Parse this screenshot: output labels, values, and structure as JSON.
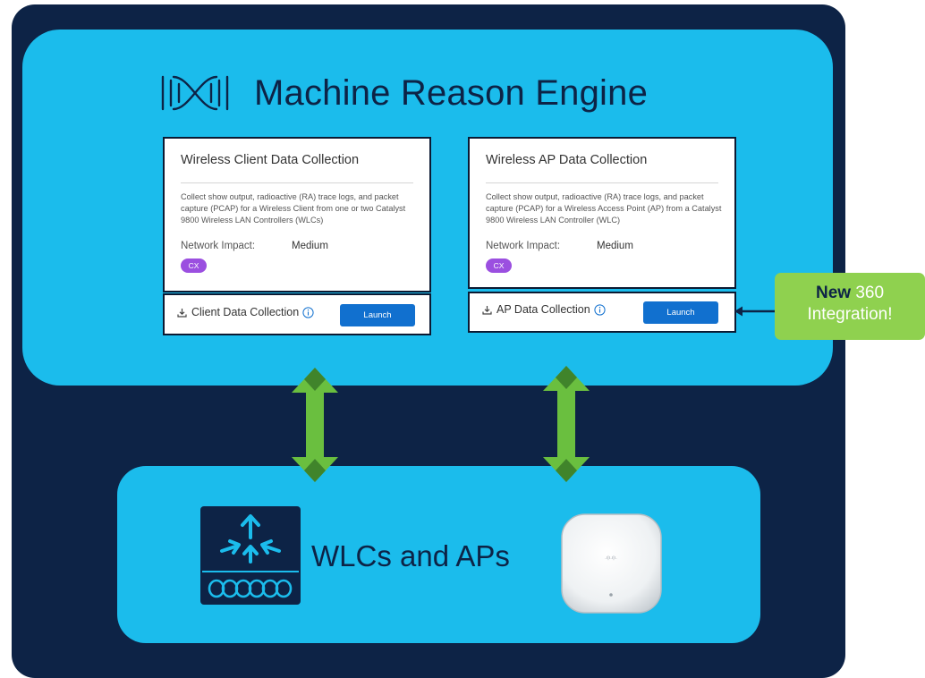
{
  "title": "Machine Reason Engine",
  "cards": [
    {
      "heading": "Wireless Client Data Collection",
      "description": "Collect show output, radioactive (RA) trace logs, and packet capture (PCAP) for a Wireless Client from one or two Catalyst 9800 Wireless LAN Controllers (WLCs)",
      "impact_label": "Network Impact:",
      "impact_value": "Medium",
      "badge": "CX",
      "action_label": "Client Data Collection",
      "launch_label": "Launch"
    },
    {
      "heading": "Wireless AP Data Collection",
      "description": "Collect show output, radioactive (RA) trace logs, and packet capture (PCAP) for a Wireless Access Point (AP) from a Catalyst 9800 Wireless LAN Controller (WLC)",
      "impact_label": "Network Impact:",
      "impact_value": "Medium",
      "badge": "CX",
      "action_label": "AP Data Collection",
      "launch_label": "Launch"
    }
  ],
  "callout": {
    "emphasis": "New",
    "line1_rest": "360",
    "line2": "Integration!"
  },
  "devices_label": "WLCs and APs",
  "colors": {
    "background_navy": "#0d2346",
    "panel_cyan": "#1bbcec",
    "launch_blue": "#1170cf",
    "badge_purple": "#9b4fe0",
    "callout_green": "#8fd14f",
    "arrow_green": "#6abf3f"
  },
  "icons": [
    "mre-logo-icon",
    "download-icon",
    "info-icon",
    "wlc-icon",
    "access-point-device",
    "bidirectional-arrow-icon"
  ]
}
